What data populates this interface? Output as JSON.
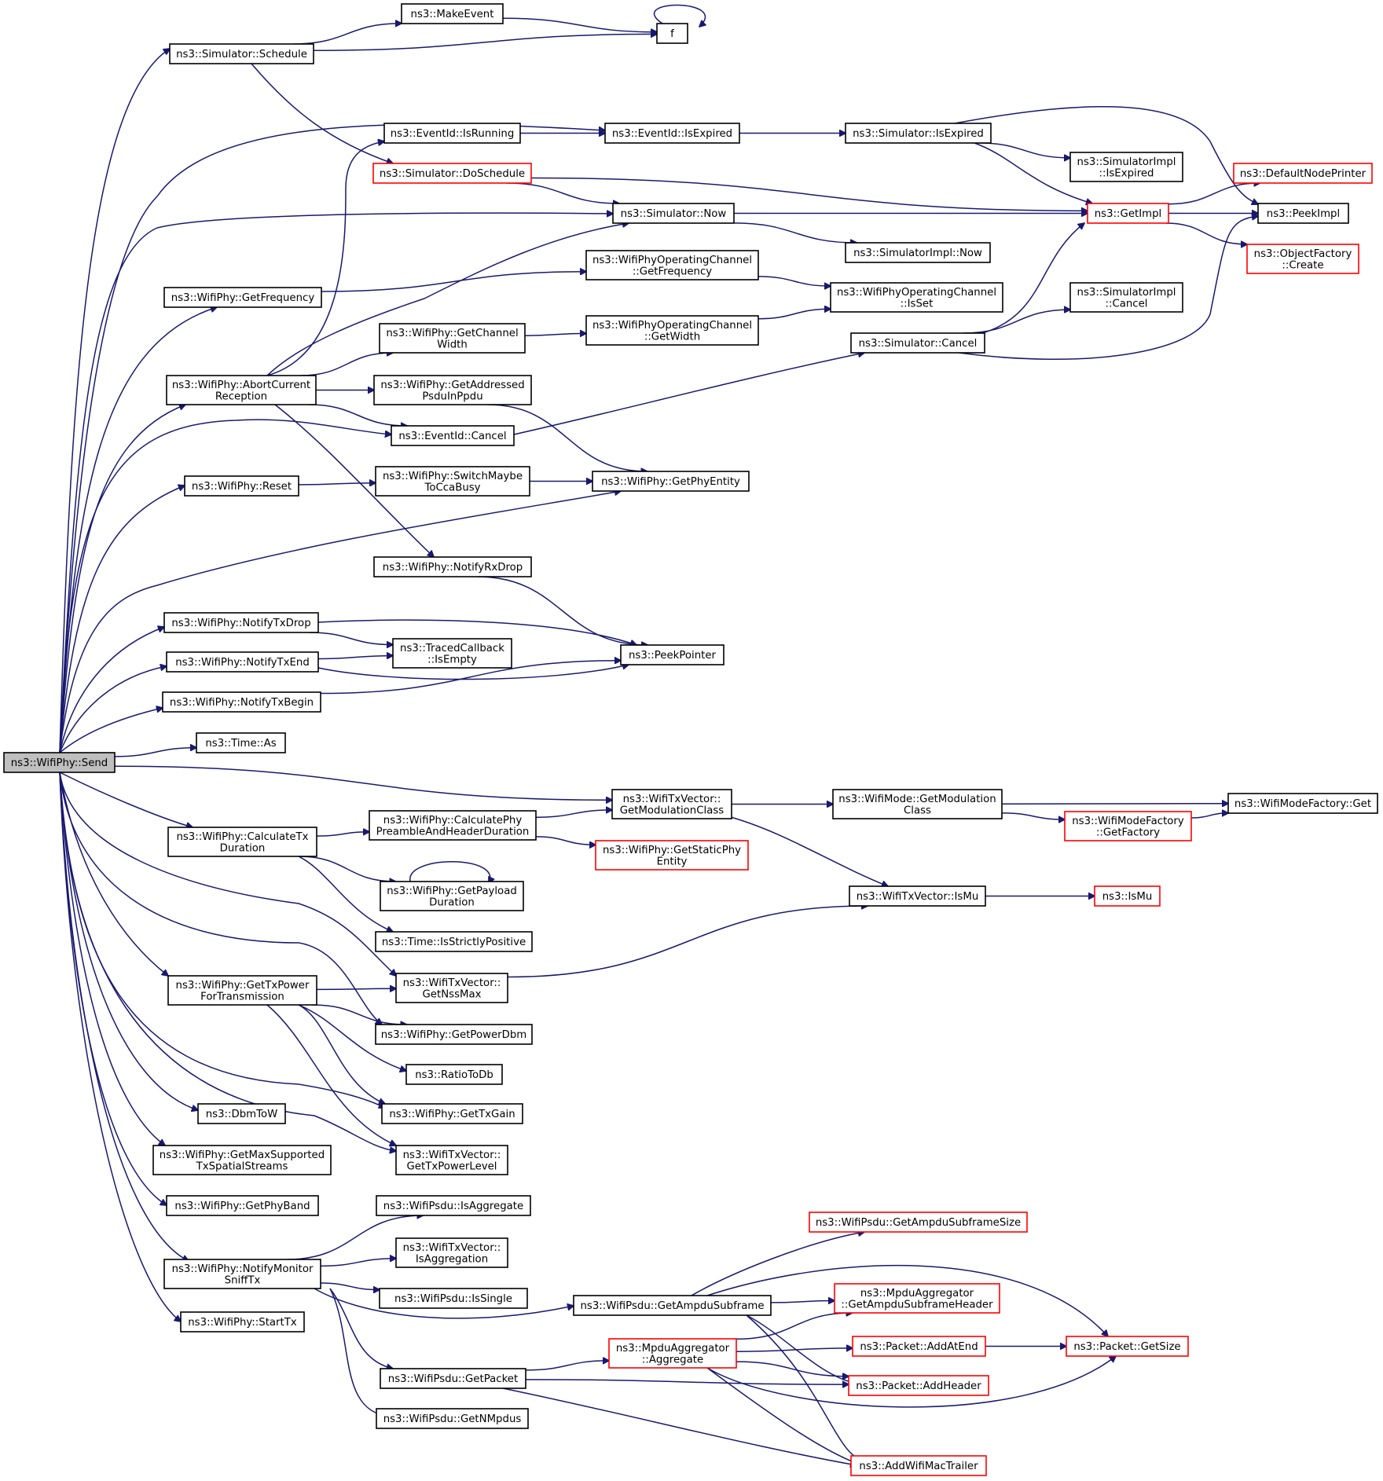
{
  "graph": {
    "nodes": [
      {
        "id": "send",
        "lines": [
          "ns3::WifiPhy::Send"
        ],
        "root": true
      },
      {
        "id": "simSchedule",
        "lines": [
          "ns3::Simulator::Schedule"
        ]
      },
      {
        "id": "makeEvent",
        "lines": [
          "ns3::MakeEvent"
        ]
      },
      {
        "id": "f",
        "lines": [
          "f"
        ]
      },
      {
        "id": "evIsRunning",
        "lines": [
          "ns3::EventId::IsRunning"
        ]
      },
      {
        "id": "evIsExpired",
        "lines": [
          "ns3::EventId::IsExpired"
        ]
      },
      {
        "id": "simIsExpired",
        "lines": [
          "ns3::Simulator::IsExpired"
        ]
      },
      {
        "id": "simDoSchedule",
        "lines": [
          "ns3::Simulator::DoSchedule"
        ],
        "red": true
      },
      {
        "id": "implIsExpired",
        "lines": [
          "ns3::SimulatorImpl",
          "::IsExpired"
        ]
      },
      {
        "id": "defaultNodePrinter",
        "lines": [
          "ns3::DefaultNodePrinter"
        ],
        "red": true
      },
      {
        "id": "getImpl",
        "lines": [
          "ns3::GetImpl"
        ],
        "red": true
      },
      {
        "id": "peekImpl",
        "lines": [
          "ns3::PeekImpl"
        ]
      },
      {
        "id": "simNow",
        "lines": [
          "ns3::Simulator::Now"
        ]
      },
      {
        "id": "implNow",
        "lines": [
          "ns3::SimulatorImpl::Now"
        ]
      },
      {
        "id": "objFactoryCreate",
        "lines": [
          "ns3::ObjectFactory",
          "::Create"
        ],
        "red": true
      },
      {
        "id": "getFrequency",
        "lines": [
          "ns3::WifiPhy::GetFrequency"
        ]
      },
      {
        "id": "opChGetFreq",
        "lines": [
          "ns3::WifiPhyOperatingChannel",
          "::GetFrequency"
        ]
      },
      {
        "id": "opChIsSet",
        "lines": [
          "ns3::WifiPhyOperatingChannel",
          "::IsSet"
        ]
      },
      {
        "id": "implCancel",
        "lines": [
          "ns3::SimulatorImpl",
          "::Cancel"
        ]
      },
      {
        "id": "getChannelWidth",
        "lines": [
          "ns3::WifiPhy::GetChannel",
          "Width"
        ]
      },
      {
        "id": "opChGetWidth",
        "lines": [
          "ns3::WifiPhyOperatingChannel",
          "::GetWidth"
        ]
      },
      {
        "id": "simCancel",
        "lines": [
          "ns3::Simulator::Cancel"
        ]
      },
      {
        "id": "abortCurrent",
        "lines": [
          "ns3::WifiPhy::AbortCurrent",
          "Reception"
        ]
      },
      {
        "id": "getAddressed",
        "lines": [
          "ns3::WifiPhy::GetAddressed",
          "PsduInPpdu"
        ]
      },
      {
        "id": "evCancel",
        "lines": [
          "ns3::EventId::Cancel"
        ]
      },
      {
        "id": "reset",
        "lines": [
          "ns3::WifiPhy::Reset"
        ]
      },
      {
        "id": "switchMaybe",
        "lines": [
          "ns3::WifiPhy::SwitchMaybe",
          "ToCcaBusy"
        ]
      },
      {
        "id": "getPhyEntity",
        "lines": [
          "ns3::WifiPhy::GetPhyEntity"
        ]
      },
      {
        "id": "notifyRxDrop",
        "lines": [
          "ns3::WifiPhy::NotifyRxDrop"
        ]
      },
      {
        "id": "notifyTxDrop",
        "lines": [
          "ns3::WifiPhy::NotifyTxDrop"
        ]
      },
      {
        "id": "tracedIsEmpty",
        "lines": [
          "ns3::TracedCallback",
          "::IsEmpty"
        ]
      },
      {
        "id": "notifyTxEnd",
        "lines": [
          "ns3::WifiPhy::NotifyTxEnd"
        ]
      },
      {
        "id": "peekPointer",
        "lines": [
          "ns3::PeekPointer"
        ]
      },
      {
        "id": "notifyTxBegin",
        "lines": [
          "ns3::WifiPhy::NotifyTxBegin"
        ]
      },
      {
        "id": "timeAs",
        "lines": [
          "ns3::Time::As"
        ]
      },
      {
        "id": "getModClassTx",
        "lines": [
          "ns3::WifiTxVector::",
          "GetModulationClass"
        ]
      },
      {
        "id": "modeGetModClass",
        "lines": [
          "ns3::WifiMode::GetModulation",
          "Class"
        ]
      },
      {
        "id": "factoryGet",
        "lines": [
          "ns3::WifiModeFactory::Get"
        ]
      },
      {
        "id": "calcTxDuration",
        "lines": [
          "ns3::WifiPhy::CalculateTx",
          "Duration"
        ]
      },
      {
        "id": "calcPreamble",
        "lines": [
          "ns3::WifiPhy::CalculatePhy",
          "PreambleAndHeaderDuration"
        ]
      },
      {
        "id": "getFactory",
        "lines": [
          "ns3::WifiModeFactory",
          "::GetFactory"
        ],
        "red": true
      },
      {
        "id": "getStaticPhy",
        "lines": [
          "ns3::WifiPhy::GetStaticPhy",
          "Entity"
        ],
        "red": true
      },
      {
        "id": "getPayloadDur",
        "lines": [
          "ns3::WifiPhy::GetPayload",
          "Duration"
        ]
      },
      {
        "id": "txIsMu",
        "lines": [
          "ns3::WifiTxVector::IsMu"
        ]
      },
      {
        "id": "isMu",
        "lines": [
          "ns3::IsMu"
        ],
        "red": true
      },
      {
        "id": "timeIsStrictly",
        "lines": [
          "ns3::Time::IsStrictlyPositive"
        ]
      },
      {
        "id": "getTxPower",
        "lines": [
          "ns3::WifiPhy::GetTxPower",
          "ForTransmission"
        ]
      },
      {
        "id": "getNssMax",
        "lines": [
          "ns3::WifiTxVector::",
          "GetNssMax"
        ]
      },
      {
        "id": "getPowerDbm",
        "lines": [
          "ns3::WifiPhy::GetPowerDbm"
        ]
      },
      {
        "id": "ratioToDb",
        "lines": [
          "ns3::RatioToDb"
        ]
      },
      {
        "id": "getTxGain",
        "lines": [
          "ns3::WifiPhy::GetTxGain"
        ]
      },
      {
        "id": "dbmToW",
        "lines": [
          "ns3::DbmToW"
        ]
      },
      {
        "id": "getMaxSupported",
        "lines": [
          "ns3::WifiPhy::GetMaxSupported",
          "TxSpatialStreams"
        ]
      },
      {
        "id": "getTxPowerLevel",
        "lines": [
          "ns3::WifiTxVector::",
          "GetTxPowerLevel"
        ]
      },
      {
        "id": "getPhyBand",
        "lines": [
          "ns3::WifiPhy::GetPhyBand"
        ]
      },
      {
        "id": "psduIsAggregate",
        "lines": [
          "ns3::WifiPsdu::IsAggregate"
        ]
      },
      {
        "id": "getAmpduSubSize",
        "lines": [
          "ns3::WifiPsdu::GetAmpduSubframeSize"
        ],
        "red": true
      },
      {
        "id": "notifyMonitor",
        "lines": [
          "ns3::WifiPhy::NotifyMonitor",
          "SniffTx"
        ]
      },
      {
        "id": "txIsAggregation",
        "lines": [
          "ns3::WifiTxVector::",
          "IsAggregation"
        ]
      },
      {
        "id": "psduIsSingle",
        "lines": [
          "ns3::WifiPsdu::IsSingle"
        ]
      },
      {
        "id": "mpduGetAmpduHdr",
        "lines": [
          "ns3::MpduAggregator",
          "::GetAmpduSubframeHeader"
        ],
        "red": true
      },
      {
        "id": "startTx",
        "lines": [
          "ns3::WifiPhy::StartTx"
        ]
      },
      {
        "id": "getAmpduSubframe",
        "lines": [
          "ns3::WifiPsdu::GetAmpduSubframe"
        ]
      },
      {
        "id": "pktAddAtEnd",
        "lines": [
          "ns3::Packet::AddAtEnd"
        ],
        "red": true
      },
      {
        "id": "pktGetSize",
        "lines": [
          "ns3::Packet::GetSize"
        ],
        "red": true
      },
      {
        "id": "mpduAggregate",
        "lines": [
          "ns3::MpduAggregator",
          "::Aggregate"
        ],
        "red": true
      },
      {
        "id": "psduGetPacket",
        "lines": [
          "ns3::WifiPsdu::GetPacket"
        ]
      },
      {
        "id": "pktAddHeader",
        "lines": [
          "ns3::Packet::AddHeader"
        ],
        "red": true
      },
      {
        "id": "psduGetNMpdus",
        "lines": [
          "ns3::WifiPsdu::GetNMpdus"
        ]
      },
      {
        "id": "addWifiMacTrailer",
        "lines": [
          "ns3::AddWifiMacTrailer"
        ],
        "red": true
      }
    ],
    "edges": [
      [
        "simSchedule",
        "makeEvent"
      ],
      [
        "simSchedule",
        "f"
      ],
      [
        "simSchedule",
        "simDoSchedule"
      ],
      [
        "makeEvent",
        "f"
      ],
      [
        "f",
        "f"
      ],
      [
        "evIsRunning",
        "evIsExpired"
      ],
      [
        "evIsExpired",
        "simIsExpired"
      ],
      [
        "simIsExpired",
        "implIsExpired"
      ],
      [
        "simIsExpired",
        "getImpl"
      ],
      [
        "simIsExpired",
        "peekImpl"
      ],
      [
        "simDoSchedule",
        "getImpl"
      ],
      [
        "simDoSchedule",
        "simNow"
      ],
      [
        "getImpl",
        "defaultNodePrinter"
      ],
      [
        "getImpl",
        "peekImpl"
      ],
      [
        "getImpl",
        "objFactoryCreate"
      ],
      [
        "simNow",
        "getImpl"
      ],
      [
        "simNow",
        "implNow"
      ],
      [
        "getFrequency",
        "opChGetFreq"
      ],
      [
        "opChGetFreq",
        "opChIsSet"
      ],
      [
        "getChannelWidth",
        "opChGetWidth"
      ],
      [
        "opChGetWidth",
        "opChIsSet"
      ],
      [
        "simCancel",
        "implCancel"
      ],
      [
        "simCancel",
        "getImpl"
      ],
      [
        "simCancel",
        "peekImpl"
      ],
      [
        "abortCurrent",
        "evIsRunning"
      ],
      [
        "abortCurrent",
        "simNow"
      ],
      [
        "abortCurrent",
        "getChannelWidth"
      ],
      [
        "abortCurrent",
        "getAddressed"
      ],
      [
        "abortCurrent",
        "evCancel"
      ],
      [
        "abortCurrent",
        "notifyRxDrop"
      ],
      [
        "getAddressed",
        "getPhyEntity"
      ],
      [
        "evCancel",
        "simCancel"
      ],
      [
        "reset",
        "switchMaybe"
      ],
      [
        "switchMaybe",
        "getPhyEntity"
      ],
      [
        "notifyRxDrop",
        "peekPointer"
      ],
      [
        "notifyTxDrop",
        "tracedIsEmpty"
      ],
      [
        "notifyTxDrop",
        "peekPointer"
      ],
      [
        "notifyTxEnd",
        "tracedIsEmpty"
      ],
      [
        "notifyTxEnd",
        "peekPointer"
      ],
      [
        "notifyTxBegin",
        "peekPointer"
      ],
      [
        "getModClassTx",
        "modeGetModClass"
      ],
      [
        "getModClassTx",
        "txIsMu"
      ],
      [
        "modeGetModClass",
        "factoryGet"
      ],
      [
        "modeGetModClass",
        "getFactory"
      ],
      [
        "getFactory",
        "factoryGet"
      ],
      [
        "calcTxDuration",
        "calcPreamble"
      ],
      [
        "calcTxDuration",
        "getPayloadDur"
      ],
      [
        "calcTxDuration",
        "timeIsStrictly"
      ],
      [
        "calcPreamble",
        "getModClassTx"
      ],
      [
        "calcPreamble",
        "getStaticPhy"
      ],
      [
        "getPayloadDur",
        "getPayloadDur"
      ],
      [
        "txIsMu",
        "isMu"
      ],
      [
        "getNssMax",
        "txIsMu"
      ],
      [
        "getTxPower",
        "getNssMax"
      ],
      [
        "getTxPower",
        "getPowerDbm"
      ],
      [
        "getTxPower",
        "ratioToDb"
      ],
      [
        "getTxPower",
        "getTxGain"
      ],
      [
        "getTxPower",
        "getTxPowerLevel"
      ],
      [
        "notifyMonitor",
        "psduIsAggregate"
      ],
      [
        "notifyMonitor",
        "txIsAggregation"
      ],
      [
        "notifyMonitor",
        "psduIsSingle"
      ],
      [
        "notifyMonitor",
        "getAmpduSubframe"
      ],
      [
        "notifyMonitor",
        "psduGetPacket"
      ],
      [
        "notifyMonitor",
        "psduGetNMpdus"
      ],
      [
        "getAmpduSubframe",
        "getAmpduSubSize"
      ],
      [
        "getAmpduSubframe",
        "pktGetSize"
      ],
      [
        "getAmpduSubframe",
        "mpduGetAmpduHdr"
      ],
      [
        "getAmpduSubframe",
        "pktAddHeader"
      ],
      [
        "getAmpduSubframe",
        "addWifiMacTrailer"
      ],
      [
        "pktAddAtEnd",
        "pktGetSize"
      ],
      [
        "mpduAggregate",
        "mpduGetAmpduHdr"
      ],
      [
        "mpduAggregate",
        "pktAddAtEnd"
      ],
      [
        "mpduAggregate",
        "pktAddHeader"
      ],
      [
        "mpduAggregate",
        "pktGetSize"
      ],
      [
        "mpduAggregate",
        "addWifiMacTrailer"
      ],
      [
        "psduGetPacket",
        "mpduAggregate"
      ],
      [
        "psduGetPacket",
        "pktAddHeader"
      ],
      [
        "psduGetPacket",
        "addWifiMacTrailer"
      ],
      [
        "send",
        "simSchedule"
      ],
      [
        "send",
        "evIsExpired"
      ],
      [
        "send",
        "simNow"
      ],
      [
        "send",
        "getFrequency"
      ],
      [
        "send",
        "abortCurrent"
      ],
      [
        "send",
        "evCancel"
      ],
      [
        "send",
        "reset"
      ],
      [
        "send",
        "getPhyEntity"
      ],
      [
        "send",
        "notifyTxDrop"
      ],
      [
        "send",
        "notifyTxEnd"
      ],
      [
        "send",
        "notifyTxBegin"
      ],
      [
        "send",
        "timeAs"
      ],
      [
        "send",
        "getModClassTx"
      ],
      [
        "send",
        "calcTxDuration"
      ],
      [
        "send",
        "getNssMax"
      ],
      [
        "send",
        "getTxPower"
      ],
      [
        "send",
        "getPowerDbm"
      ],
      [
        "send",
        "getTxGain"
      ],
      [
        "send",
        "dbmToW"
      ],
      [
        "send",
        "getMaxSupported"
      ],
      [
        "send",
        "getTxPowerLevel"
      ],
      [
        "send",
        "getPhyBand"
      ],
      [
        "send",
        "notifyMonitor"
      ],
      [
        "send",
        "startTx"
      ]
    ]
  }
}
